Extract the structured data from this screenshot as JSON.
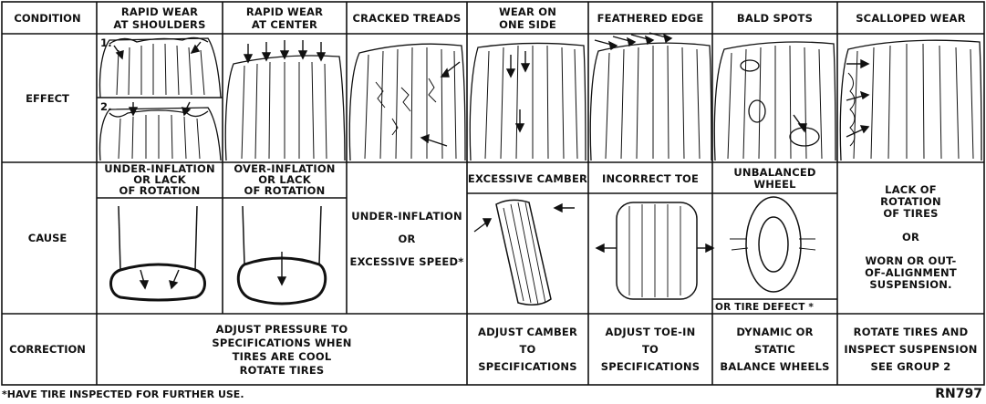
{
  "header": {
    "condition": "CONDITION",
    "cols": [
      "RAPID WEAR\nAT  SHOULDERS",
      "RAPID WEAR\nAT CENTER",
      "CRACKED TREADS",
      "WEAR ON\nONE SIDE",
      "FEATHERED EDGE",
      "BALD SPOTS",
      "SCALLOPED   WEAR"
    ]
  },
  "rows": {
    "effect": "EFFECT",
    "cause": "CAUSE",
    "correction": "CORRECTION"
  },
  "effect_marks": {
    "one": "1.",
    "two": "2."
  },
  "cause": {
    "c1": "UNDER-INFLATION\nOR LACK\nOF ROTATION",
    "c2": "OVER-INFLATION\nOR LACK\nOF ROTATION",
    "c3a": "UNDER-INFLATION",
    "c3b": "OR",
    "c3c": "EXCESSIVE SPEED*",
    "c4": "EXCESSIVE CAMBER",
    "c5": "INCORRECT TOE",
    "c6": "UNBALANCED\nWHEEL",
    "c6b": "OR  TIRE   DEFECT *",
    "c7": "LACK   OF\nROTATION\nOF   TIRES\n\nOR\n\nWORN OR  OUT-\nOF-ALIGNMENT\nSUSPENSION."
  },
  "correction": {
    "c1": "ADJUST PRESSURE TO\nSPECIFICATIONS WHEN\nTIRES ARE COOL\n   ROTATE TIRES",
    "c4": "ADJUST CAMBER\nTO\nSPECIFICATIONS",
    "c5": "ADJUST TOE-IN\nTO\nSPECIFICATIONS",
    "c6": "DYNAMIC OR\nSTATIC\nBALANCE WHEELS",
    "c7": "ROTATE TIRES AND\nINSPECT SUSPENSION\nSEE GROUP 2"
  },
  "footer": {
    "note": "*HAVE TIRE INSPECTED FOR FURTHER USE.",
    "code": "RN797"
  }
}
